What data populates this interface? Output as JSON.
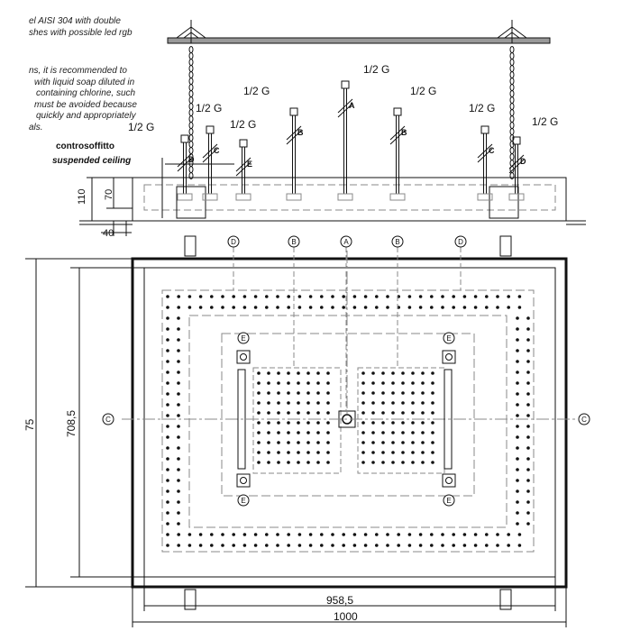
{
  "notes": {
    "top": [
      "el AISI 304 with double",
      "shes with possible led rgb"
    ],
    "care": [
      "ns, it is recommended to",
      "with liquid soap diluted in",
      "containing chlorine, such",
      "must be avoided because",
      "quickly and appropriately",
      "als."
    ]
  },
  "ceiling": {
    "it": "controsoffitto",
    "en": "suspended ceiling"
  },
  "thread": "1/2 G",
  "pipe_labels": [
    "D",
    "C",
    "E",
    "B",
    "A",
    "B",
    "C",
    "D"
  ],
  "plan_labels": {
    "top": [
      "D",
      "B",
      "A",
      "B",
      "D"
    ],
    "side": "C",
    "e": "E"
  },
  "dims": {
    "h110": "110",
    "h70": "70",
    "w40": "40",
    "v75": "75",
    "v708": "708,5",
    "w958": "958,5",
    "w1000": "1000"
  }
}
